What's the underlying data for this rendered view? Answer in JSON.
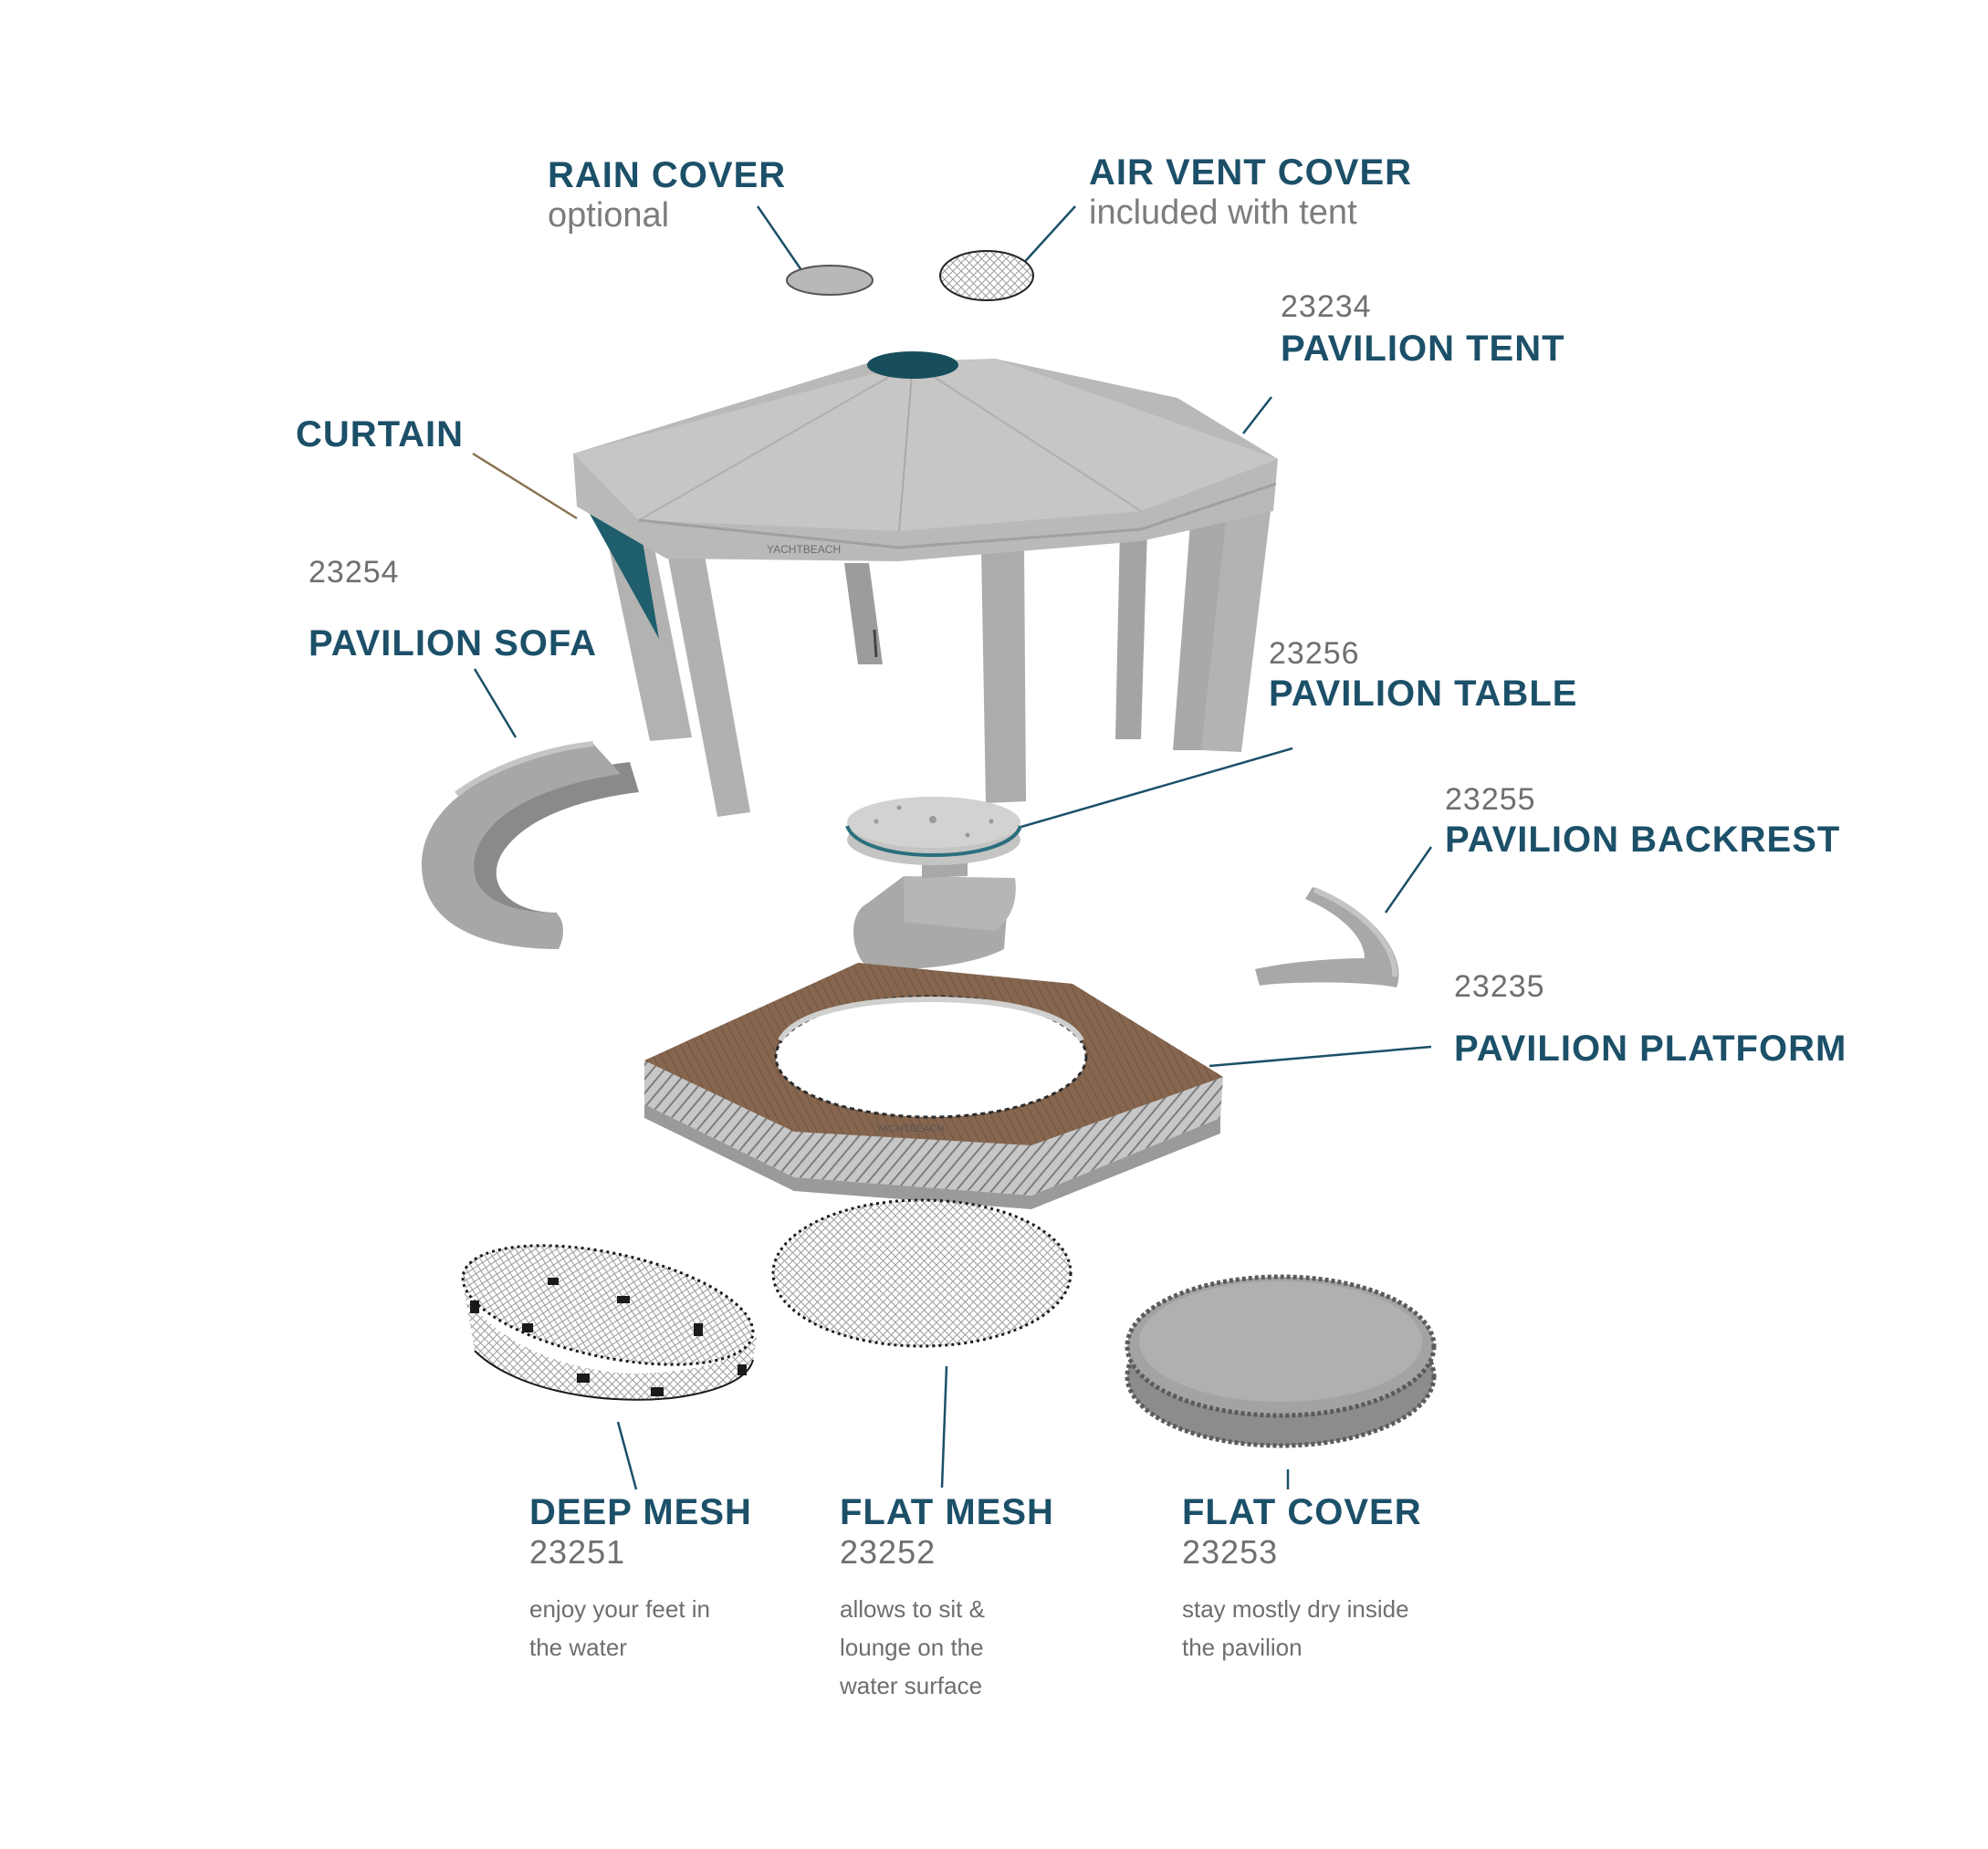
{
  "labels": {
    "rain_cover": {
      "title": "RAIN COVER",
      "sub": "optional"
    },
    "air_vent_cover": {
      "title": "AIR VENT COVER",
      "sub": "included with tent"
    },
    "pavilion_tent": {
      "num": "23234",
      "title": "PAVILION TENT"
    },
    "curtain": {
      "title": "CURTAIN"
    },
    "pavilion_sofa": {
      "num": "23254",
      "title": "PAVILION SOFA"
    },
    "pavilion_table": {
      "num": "23256",
      "title": "PAVILION TABLE"
    },
    "pavilion_backrest": {
      "num": "23255",
      "title": "PAVILION BACKREST"
    },
    "pavilion_platform": {
      "num": "23235",
      "title": "PAVILION PLATFORM"
    },
    "deep_mesh": {
      "title": "DEEP MESH",
      "num": "23251",
      "desc": "enjoy your feet in the water"
    },
    "flat_mesh": {
      "title": "FLAT MESH",
      "num": "23252",
      "desc": "allows to sit & lounge on the water surface"
    },
    "flat_cover": {
      "title": "FLAT COVER",
      "num": "23253",
      "desc": "stay mostly dry inside the pavilion"
    }
  },
  "colors": {
    "label_blue": "#1c5069",
    "teal": "#1d5e6d",
    "tent_gray": "#b9b9b7",
    "wood": "#84654f"
  }
}
